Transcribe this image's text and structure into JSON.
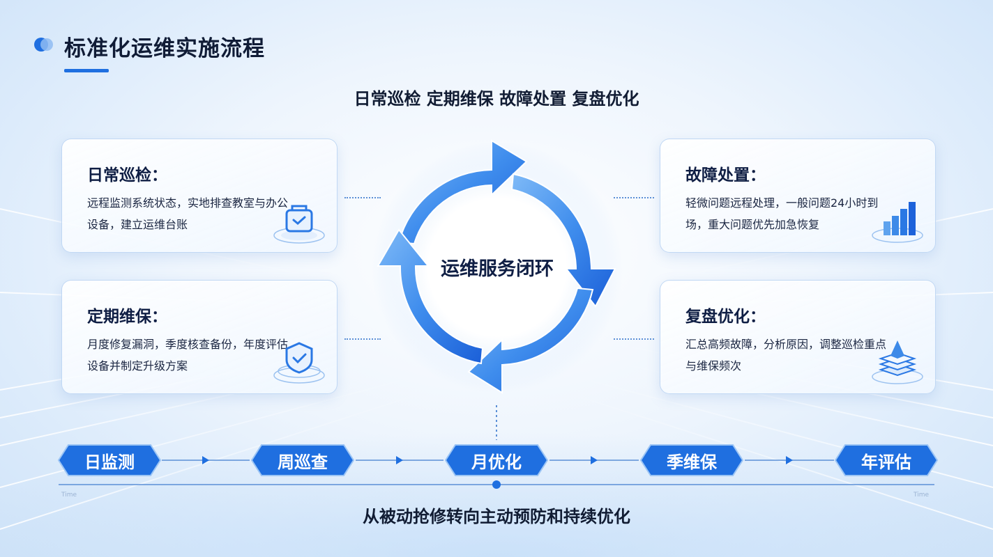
{
  "header": {
    "title": "标准化运维实施流程",
    "subtitle": "日常巡检 定期维保 故障处置 复盘优化"
  },
  "colors": {
    "accent": "#1f6fe0",
    "ring_light": "#5aa8f5",
    "ring_dark": "#1d62da",
    "title_text": "#101c36"
  },
  "cards": {
    "daily_inspection": {
      "title": "日常巡检：",
      "text": "远程监测系统状态，实地排查教室与办公设备，建立运维台账",
      "icon": "folder-check-icon"
    },
    "scheduled_maintenance": {
      "title": "定期维保：",
      "text": "月度修复漏洞，季度核查备份，年度评估设备并制定升级方案",
      "icon": "shield-check-icon"
    },
    "fault_handling": {
      "title": "故障处置：",
      "text": "轻微问题远程处理，一般问题24小时到场，重大问题优先加急恢复",
      "icon": "bar-chart-icon"
    },
    "review_optimization": {
      "title": "复盘优化：",
      "text": "汇总高频故障，分析原因，调整巡检重点与维保频次",
      "icon": "layers-icon"
    }
  },
  "cycle": {
    "center_label": "运维服务闭环"
  },
  "timeline": {
    "nodes": [
      "日监测",
      "周巡查",
      "月优化",
      "季维保",
      "年评估"
    ],
    "axis_left": "Time",
    "axis_right": "Time"
  },
  "footer": {
    "text": "从被动抢修转向主动预防和持续优化"
  }
}
